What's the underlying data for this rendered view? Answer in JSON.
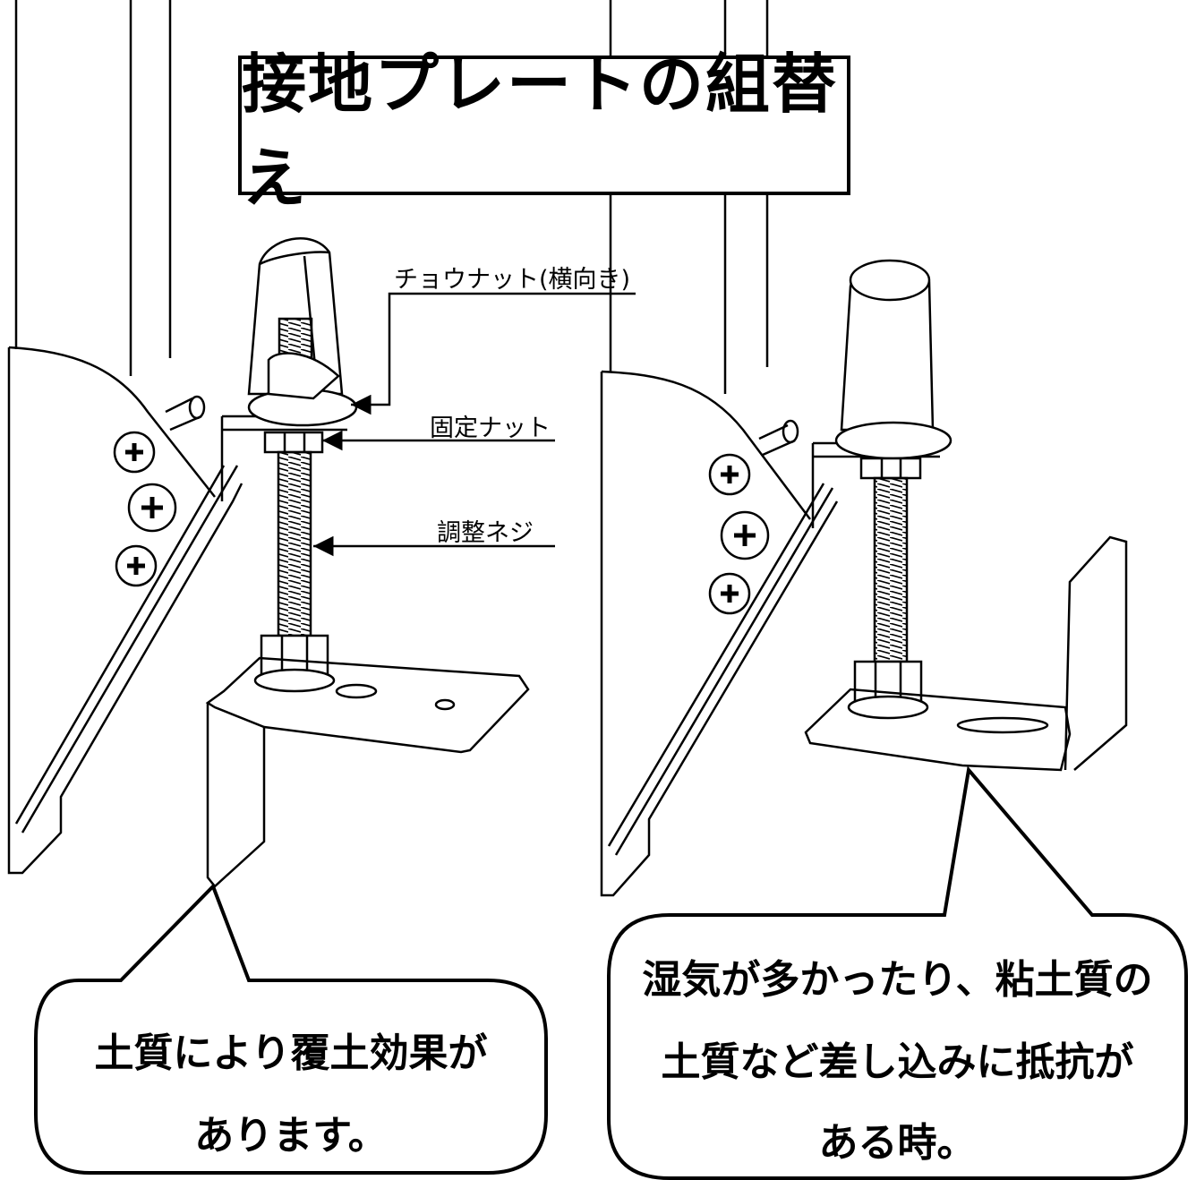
{
  "title": "接地プレートの組替え",
  "labels": {
    "wing_nut": "チョウナット(横向き)",
    "fixing_nut": "固定ナット",
    "adjust_screw": "調整ネジ"
  },
  "callout_left": {
    "line1": "土質により覆土効果が",
    "line2": "あります。"
  },
  "callout_right": {
    "line1": "湿気が多かったり、粘土質の",
    "line2": "土質など差し込みに抵抗が",
    "line3": "ある時。"
  }
}
